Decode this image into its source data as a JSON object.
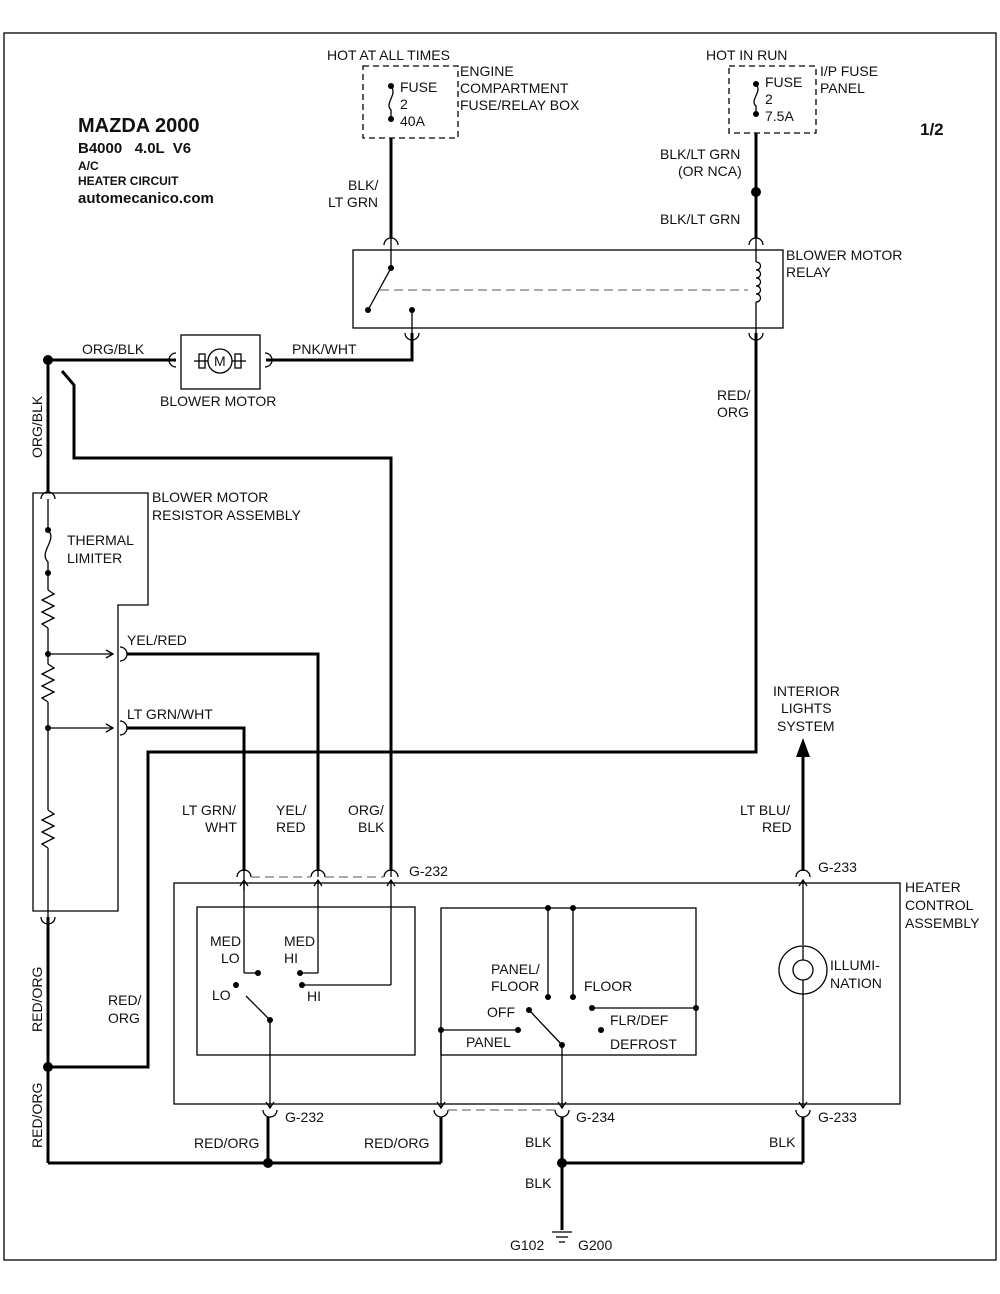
{
  "header": {
    "title": "MAZDA 2000",
    "model": "B4000   4.0L  V6",
    "system": "A/C",
    "circuit": "HEATER CIRCUIT",
    "site": "automecanico.com",
    "page": "1/2"
  },
  "power": {
    "hot_at_all_times": "HOT AT ALL TIMES",
    "hot_in_run": "HOT IN RUN",
    "fuse_left": {
      "line1": "FUSE",
      "line2": "2",
      "line3": "40A"
    },
    "fuse_right": {
      "line1": "FUSE",
      "line2": "2",
      "line3": "7.5A"
    },
    "engine_box": {
      "line1": "ENGINE",
      "line2": "COMPARTMENT",
      "line3": "FUSE/RELAY BOX"
    },
    "ip_panel": {
      "line1": "I/P FUSE",
      "line2": "PANEL"
    }
  },
  "wires": {
    "blk_ltgrn_1": "BLK/",
    "blk_ltgrn_2": "LT GRN",
    "blk_ltgrn_nca_1": "BLK/LT GRN",
    "blk_ltgrn_nca_2": "(OR NCA)",
    "blk_ltgrn_3": "BLK/LT GRN",
    "org_blk": "ORG/BLK",
    "pnk_wht": "PNK/WHT",
    "org_blk_vertical": "ORG/BLK",
    "red_org_a_1": "RED/",
    "red_org_a_2": "ORG",
    "yel_red": "YEL/RED",
    "lt_grn_wht": "LT GRN/WHT",
    "ltgrn_wht_1": "LT GRN/",
    "ltgrn_wht_2": "WHT",
    "yel_red_1": "YEL/",
    "yel_red_2": "RED",
    "org_blk_1": "ORG/",
    "org_blk_2": "BLK",
    "lt_blu_red_1": "LT BLU/",
    "lt_blu_red_2": "RED",
    "red_org_vertical_1": "RED/ORG",
    "red_org_vertical_2": "RED/ORG",
    "red_org_b_1": "RED/",
    "red_org_b_2": "ORG",
    "red_org_bottom_1": "RED/ORG",
    "red_org_bottom_2": "RED/ORG",
    "blk_1": "BLK",
    "blk_2": "BLK",
    "blk_3": "BLK"
  },
  "components": {
    "relay_1": "BLOWER MOTOR",
    "relay_2": "RELAY",
    "motor": "BLOWER MOTOR",
    "motor_symbol": "M",
    "resistor_1": "BLOWER MOTOR",
    "resistor_2": "RESISTOR ASSEMBLY",
    "thermal_1": "THERMAL",
    "thermal_2": "LIMITER",
    "interior_1": "INTERIOR",
    "interior_2": "LIGHTS",
    "interior_3": "SYSTEM",
    "hca_1": "HEATER",
    "hca_2": "CONTROL",
    "hca_3": "ASSEMBLY",
    "illum_1": "ILLUMI-",
    "illum_2": "NATION"
  },
  "switches": {
    "med_lo_1": "MED",
    "med_lo_2": "LO",
    "med_hi_1": "MED",
    "med_hi_2": "HI",
    "lo": "LO",
    "hi": "HI",
    "panel_floor_1": "PANEL/",
    "panel_floor_2": "FLOOR",
    "floor": "FLOOR",
    "off": "OFF",
    "flr_def": "FLR/DEF",
    "panel": "PANEL",
    "defrost": "DEFROST"
  },
  "connectors": {
    "g232_top": "G-232",
    "g233_top": "G-233",
    "g232_bot": "G-232",
    "g234_bot": "G-234",
    "g233_bot": "G-233",
    "ground_left": "G102",
    "ground_right": "G200"
  }
}
